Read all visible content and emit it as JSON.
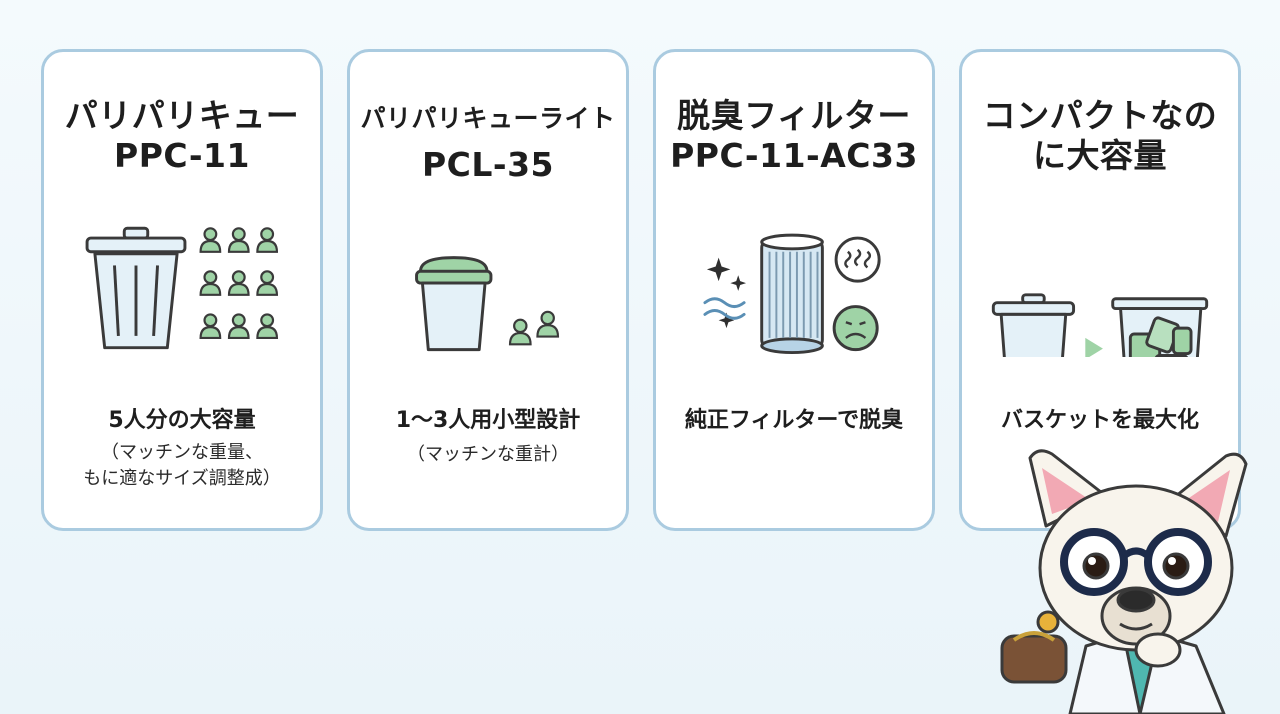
{
  "cards": [
    {
      "title_line1": "パリパリキュー",
      "title_line2": "PPC-11",
      "caption": "5人分の大容量",
      "note_line1": "（マッチンな重量、",
      "note_line2": "もに適なサイズ調整成）"
    },
    {
      "title_line1": "パリパリキューライト",
      "title_line2": "PCL-35",
      "caption": "1〜3人用小型設計",
      "note_line1": "（マッチンな重計）"
    },
    {
      "title_line1": "脱臭フィルター",
      "title_line2": "PPC-11-AC33",
      "caption": "純正フィルターで脱臭"
    },
    {
      "title_line1": "コンパクトなの",
      "title_line2": "に大容量",
      "caption": "バスケットを最大化"
    }
  ],
  "icons": {
    "card1": [
      "trash-bin-icon",
      "people-group-icon"
    ],
    "card2": [
      "small-trash-bin-icon",
      "two-people-icon"
    ],
    "card3": [
      "filter-cartridge-icon",
      "sparkle-icon",
      "smell-bubble-icon",
      "unhappy-face-icon"
    ],
    "card4": [
      "trash-bin-icon",
      "arrow-right-icon",
      "full-basket-icon"
    ],
    "mascot": "bulldog-mascot-icon"
  },
  "colors": {
    "card_border": "#aacbe0",
    "background": "#eef6fa",
    "accent_green": "#9fd3a6",
    "bin_fill": "#e4f1f8"
  }
}
